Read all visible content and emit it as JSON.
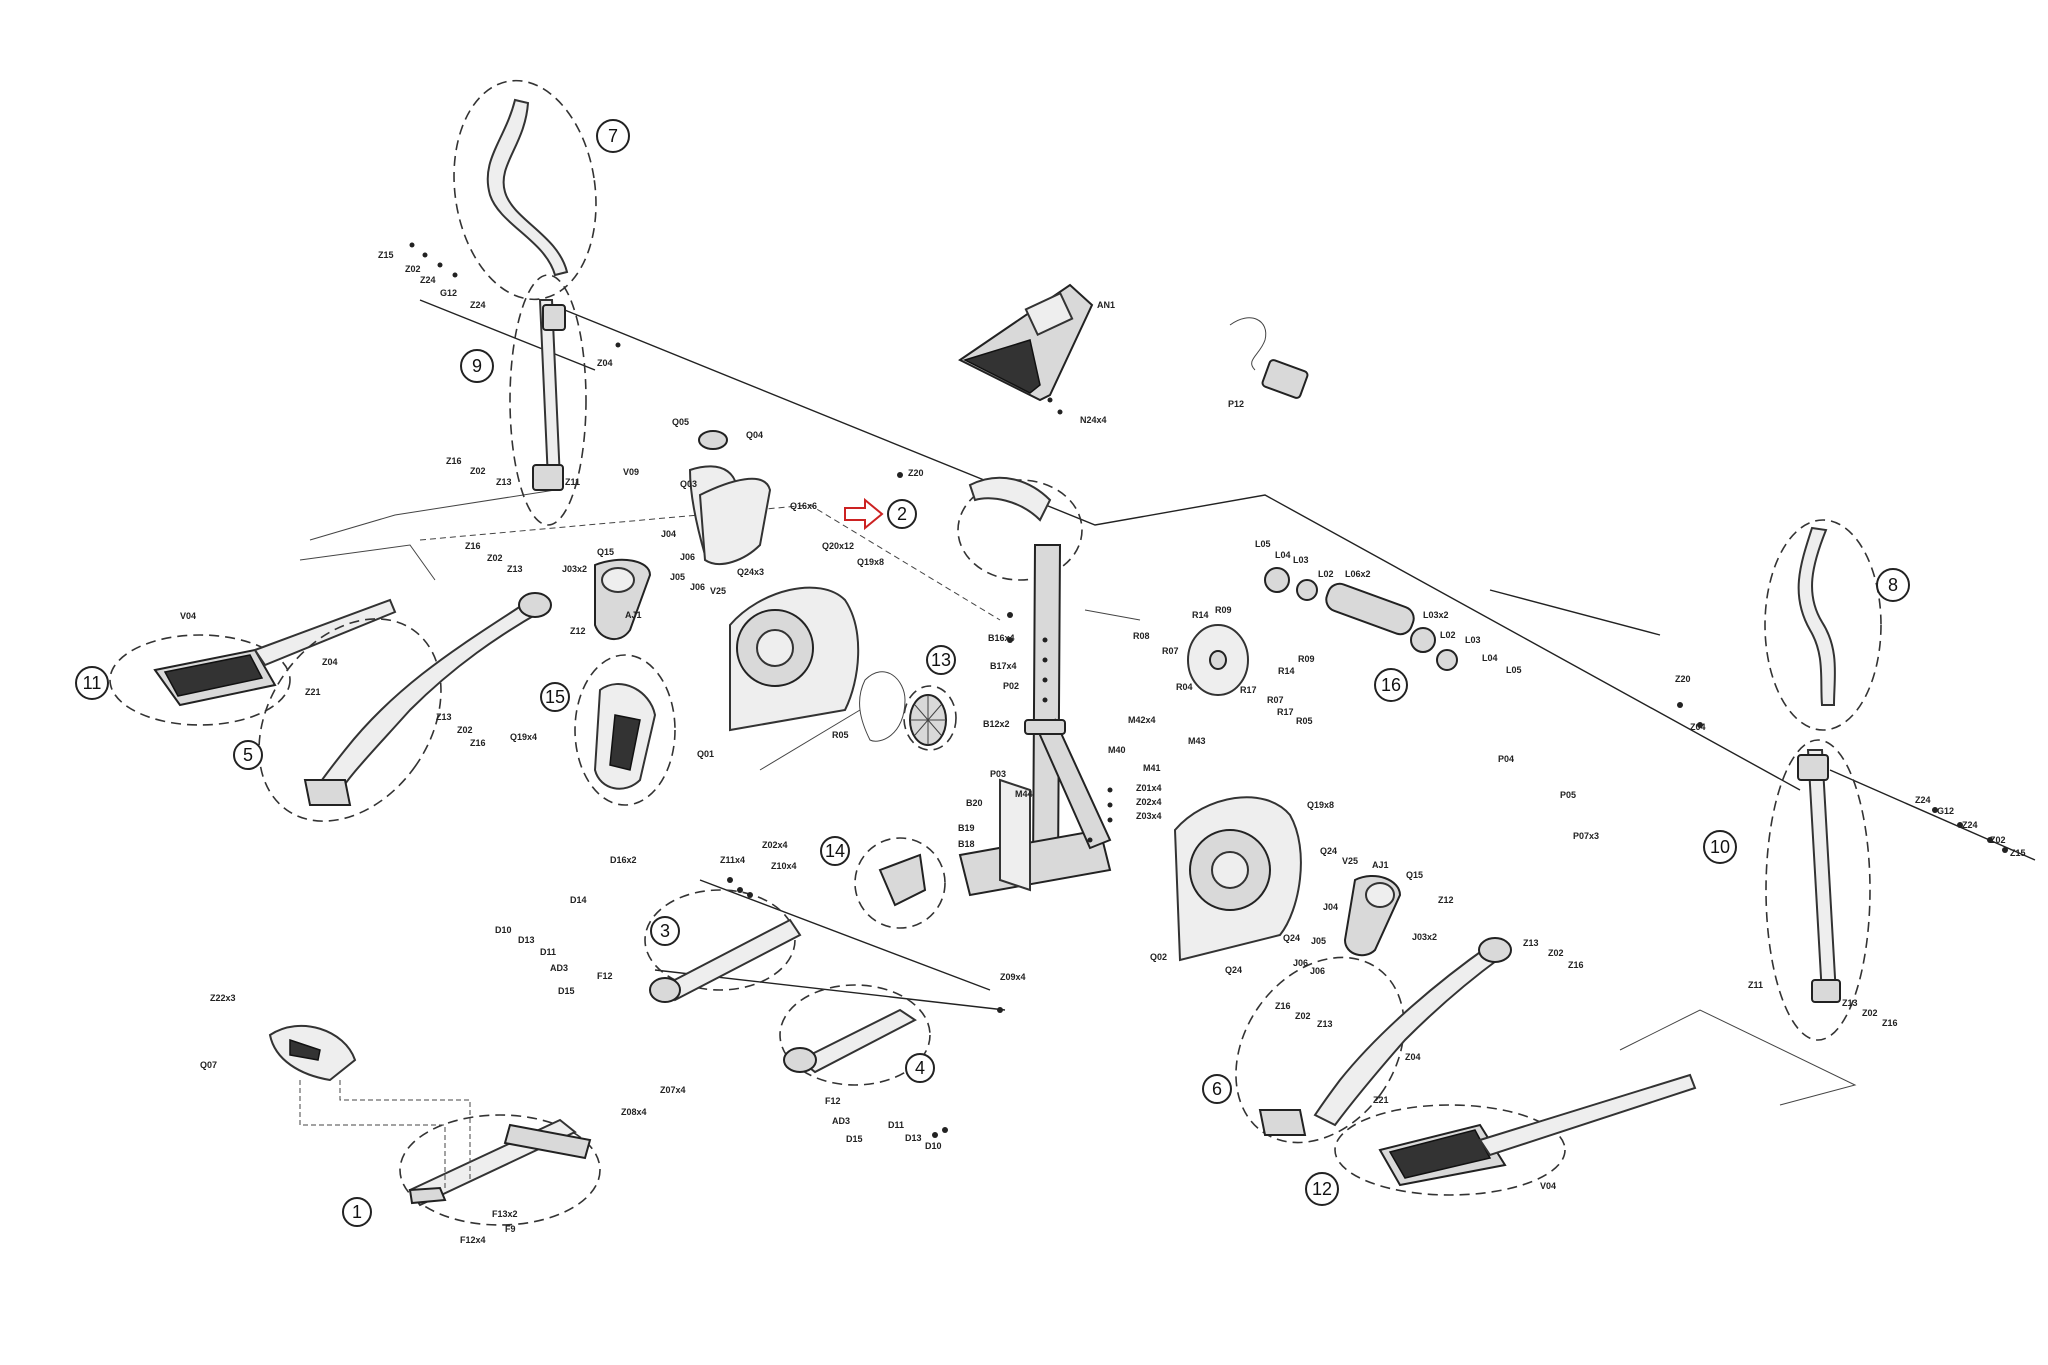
{
  "diagram": {
    "callouts": [
      "1",
      "2",
      "3",
      "4",
      "5",
      "6",
      "7",
      "8",
      "9",
      "10",
      "11",
      "12",
      "13",
      "14",
      "15",
      "16"
    ],
    "labels": {
      "AN1": "AN1",
      "N24x4": "N24x4",
      "P12": "P12",
      "Z15_l": "Z15",
      "Z02_l": "Z02",
      "Z24_l": "Z24",
      "G12_l": "G12",
      "Z24b_l": "Z24",
      "Z04_l": "Z04",
      "Z16_l": "Z16",
      "Z02b_l": "Z02",
      "Z13_l": "Z13",
      "Z11_l": "Z11",
      "Q05": "Q05",
      "Q04": "Q04",
      "V09": "V09",
      "Q03": "Q03",
      "Z20_m": "Z20",
      "Q16x6": "Q16x6",
      "Q20x12": "Q20x12",
      "Q15_l": "Q15",
      "J04_l": "J04",
      "J06_l": "J06",
      "J03x2_l": "J03x2",
      "J05_l": "J05",
      "J06b_l": "J06",
      "V25_l": "V25",
      "Q24x3": "Q24x3",
      "Q19x8_l": "Q19x8",
      "AJ1_l": "AJ1",
      "Z12_l": "Z12",
      "Z16b_l": "Z16",
      "Z02c_l": "Z02",
      "Z13b_l": "Z13",
      "V04_l": "V04",
      "Z04b_l": "Z04",
      "Z21_l": "Z21",
      "Z13c_l": "Z13",
      "Z02d_l": "Z02",
      "Z16c_l": "Z16",
      "Q01": "Q01",
      "R05_l": "R05",
      "Q19x4": "Q19x4",
      "B16x4": "B16x4",
      "B17x4": "B17x4",
      "P02": "P02",
      "B12x2": "B12x2",
      "M42x4": "M42x4",
      "M40": "M40",
      "M43": "M43",
      "M41": "M41",
      "Z01x4": "Z01x4",
      "Z02x4": "Z02x4",
      "Z03x4": "Z03x4",
      "P03": "P03",
      "M44": "M44",
      "B20": "B20",
      "B19": "B19",
      "B18": "B18",
      "L05_a": "L05",
      "L04_a": "L04",
      "L03_a": "L03",
      "L02_a": "L02",
      "L06x2": "L06x2",
      "L03x2": "L03x2",
      "L02_b": "L02",
      "L03_b": "L03",
      "L04_b": "L04",
      "L05_b": "L05",
      "R08": "R08",
      "R14_a": "R14",
      "R09_a": "R09",
      "R07_a": "R07",
      "R04": "R04",
      "R09_b": "R09",
      "R14_b": "R14",
      "R17_a": "R17",
      "R07_b": "R07",
      "R17_b": "R17",
      "R05_b": "R05",
      "Z20_r": "Z20",
      "Z04_r": "Z04",
      "P04": "P04",
      "P05": "P05",
      "P07x3": "P07x3",
      "Z24_r": "Z24",
      "G12_r": "G12",
      "Z24b_r": "Z24",
      "Z02_r": "Z02",
      "Z15_r": "Z15",
      "Q19x8_r": "Q19x8",
      "Q24_r": "Q24",
      "V25_r": "V25",
      "AJ1_r": "AJ1",
      "Q15_r": "Q15",
      "J04_r": "J04",
      "Z12_r": "Z12",
      "Q24b_r": "Q24",
      "J05_r": "J05",
      "J03x2_r": "J03x2",
      "J06_r": "J06",
      "J06b_r": "J06",
      "Q02": "Q02",
      "Q24c_r": "Q24",
      "Z13_r": "Z13",
      "Z02b_r": "Z02",
      "Z16_r": "Z16",
      "Z11_r": "Z11",
      "Z13b_r": "Z13",
      "Z02c_r": "Z02",
      "Z16b_r": "Z16",
      "Z16c_r": "Z16",
      "Z02d_r": "Z02",
      "Z13c_r": "Z13",
      "Z04b_r": "Z04",
      "Z21_r": "Z21",
      "V04_r": "V04",
      "D16x2": "D16x2",
      "D14": "D14",
      "Z11x4": "Z11x4",
      "Z02x4_b": "Z02x4",
      "Z10x4": "Z10x4",
      "D10_a": "D10",
      "D13_a": "D13",
      "D11_a": "D11",
      "AD3_a": "AD3",
      "F12_a": "F12",
      "D15_a": "D15",
      "Z09x4": "Z09x4",
      "F12_b": "F12",
      "AD3_b": "AD3",
      "D11_b": "D11",
      "D15_b": "D15",
      "D13_b": "D13",
      "D10_b": "D10",
      "Z22x3": "Z22x3",
      "Q07": "Q07",
      "Z07x4": "Z07x4",
      "Z08x4": "Z08x4",
      "F13x2": "F13x2",
      "F12x4": "F12x4",
      "F9": "F9"
    }
  }
}
